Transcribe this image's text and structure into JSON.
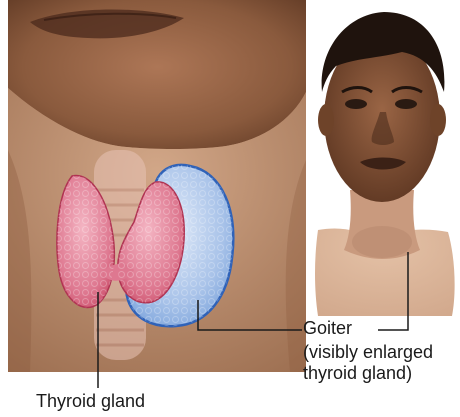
{
  "labels": {
    "goiter": "Goiter",
    "goiter_description_line1": "(visibly enlarged",
    "goiter_description_line2": "thyroid gland)",
    "thyroid_gland": "Thyroid gland"
  },
  "colors": {
    "healthy_thyroid": "#c94a66",
    "goiter": "#6f9bd8",
    "goiter_outline": "#2f62b8",
    "skin_dark": "#5a3521",
    "skin_mid": "#8a5a3d",
    "leader_lines": "#1a1a1a"
  }
}
